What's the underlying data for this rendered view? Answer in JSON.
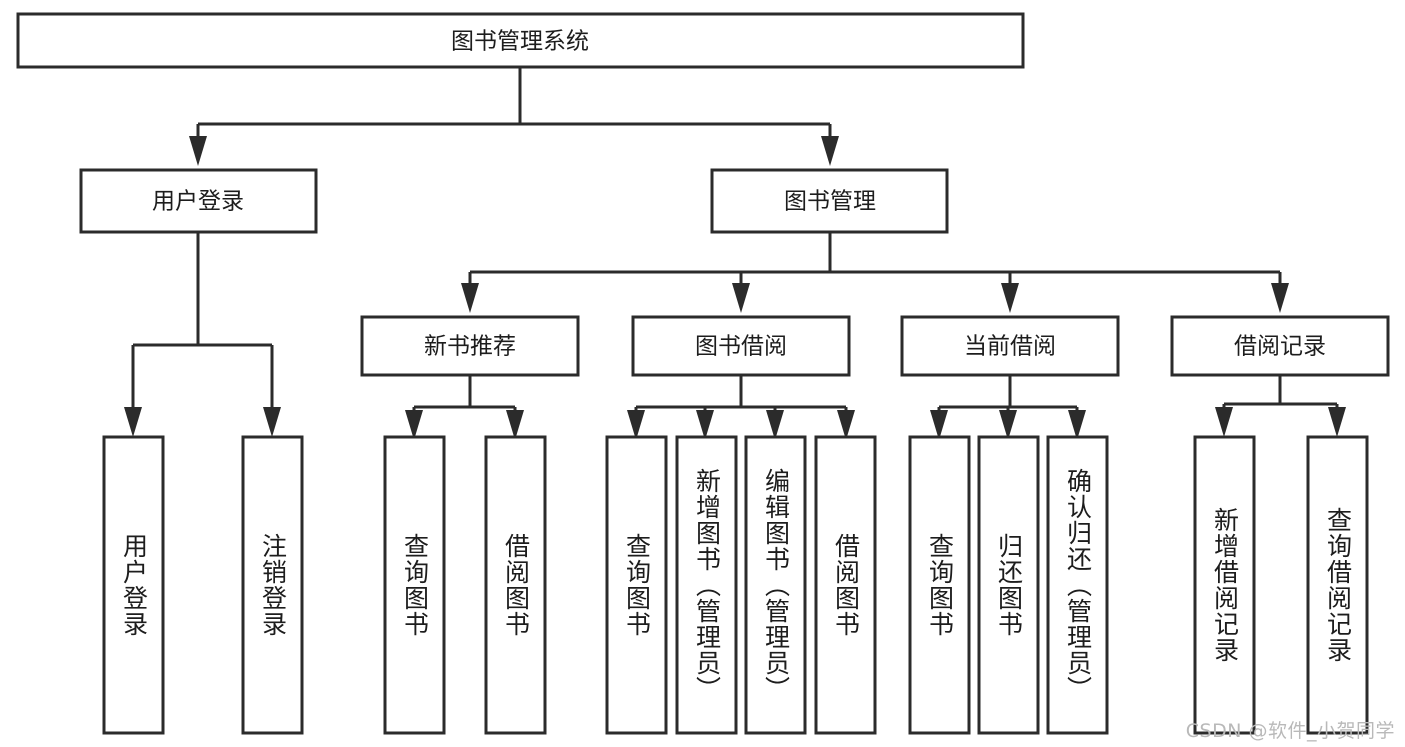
{
  "diagram": {
    "title": "图书管理系统",
    "type": "tree-hierarchy-chart",
    "root": {
      "label": "图书管理系统",
      "orientation": "horizontal"
    },
    "level2": [
      {
        "label": "用户登录",
        "orientation": "horizontal"
      },
      {
        "label": "图书管理",
        "orientation": "horizontal"
      }
    ],
    "level3": [
      {
        "label": "新书推荐",
        "orientation": "horizontal"
      },
      {
        "label": "图书借阅",
        "orientation": "horizontal"
      },
      {
        "label": "当前借阅",
        "orientation": "horizontal"
      },
      {
        "label": "借阅记录",
        "orientation": "horizontal"
      }
    ],
    "leaves_user_login": [
      {
        "label": "用户登录",
        "orientation": "vertical"
      },
      {
        "label": "注销登录",
        "orientation": "vertical"
      }
    ],
    "leaves_new_book": [
      {
        "label": "查询图书",
        "orientation": "vertical"
      },
      {
        "label": "借阅图书",
        "orientation": "vertical"
      }
    ],
    "leaves_borrow": [
      {
        "label": "查询图书",
        "orientation": "vertical"
      },
      {
        "label": "新增图书（管理员）",
        "orientation": "vertical"
      },
      {
        "label": "编辑图书（管理员）",
        "orientation": "vertical"
      },
      {
        "label": "借阅图书",
        "orientation": "vertical"
      }
    ],
    "leaves_current": [
      {
        "label": "查询图书",
        "orientation": "vertical"
      },
      {
        "label": "归还图书",
        "orientation": "vertical"
      },
      {
        "label": "确认归还（管理员）",
        "orientation": "vertical"
      }
    ],
    "leaves_record": [
      {
        "label": "新增借阅记录",
        "orientation": "vertical"
      },
      {
        "label": "查询借阅记录",
        "orientation": "vertical"
      }
    ]
  },
  "watermark": {
    "text": "CSDN @软件_小贺同学"
  },
  "colors": {
    "stroke": "#2b2b2b",
    "box_fill": "#ffffff",
    "text": "#1d1d1d",
    "watermark": "#b9b9b9",
    "background": "#ffffff"
  }
}
